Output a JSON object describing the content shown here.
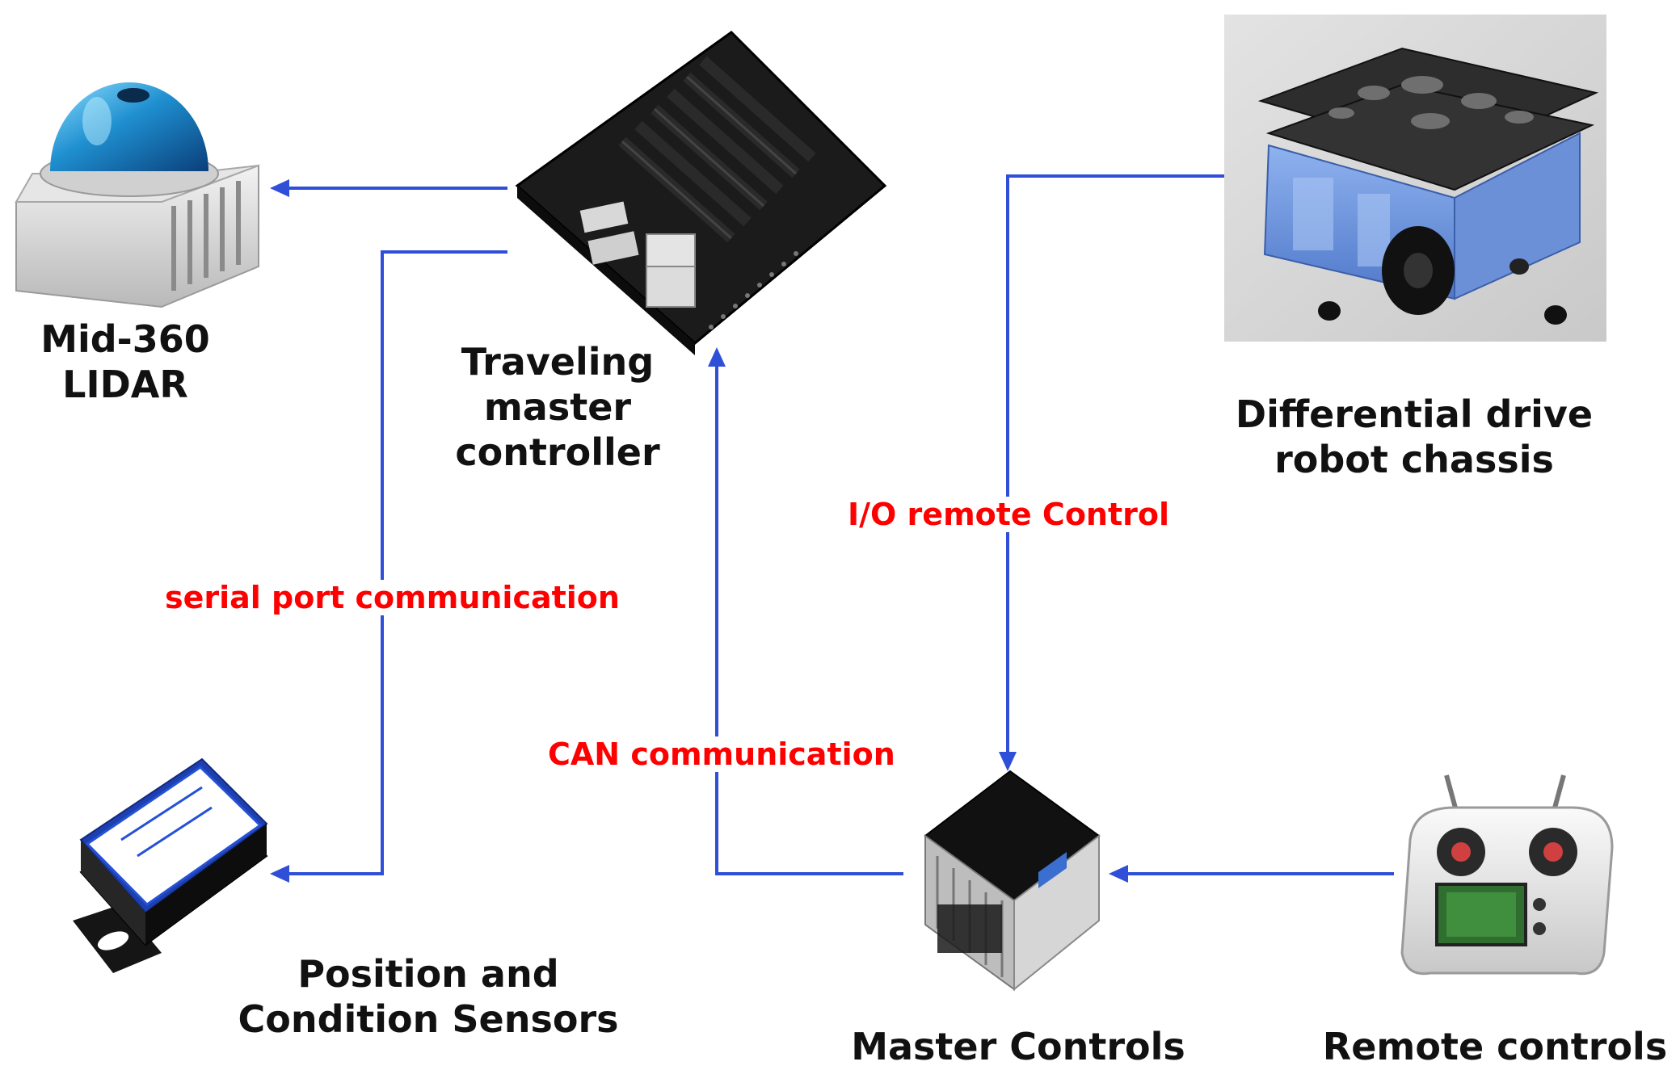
{
  "colors": {
    "arrow": "#2f4fd8",
    "edge_label": "#ff0000",
    "node_label": "#111111"
  },
  "nodes": {
    "lidar": {
      "lines": [
        "Mid-360",
        "LIDAR"
      ],
      "icon": "lidar-sensor-icon"
    },
    "controller": {
      "lines": [
        "Traveling",
        "master",
        "controller"
      ],
      "icon": "jetson-board-icon"
    },
    "chassis": {
      "lines": [
        "Differential drive",
        "robot chassis"
      ],
      "icon": "robot-chassis-icon"
    },
    "sensors": {
      "lines": [
        "Position and",
        "Condition Sensors"
      ],
      "icon": "imu-sensor-icon"
    },
    "master_controls": {
      "lines": [
        "Master Controls"
      ],
      "icon": "motor-driver-icon"
    },
    "remote": {
      "lines": [
        "Remote controls"
      ],
      "icon": "rc-transmitter-icon"
    }
  },
  "edges": {
    "serial": "serial port communication",
    "can": "CAN communication",
    "io": "I/O remote Control"
  }
}
